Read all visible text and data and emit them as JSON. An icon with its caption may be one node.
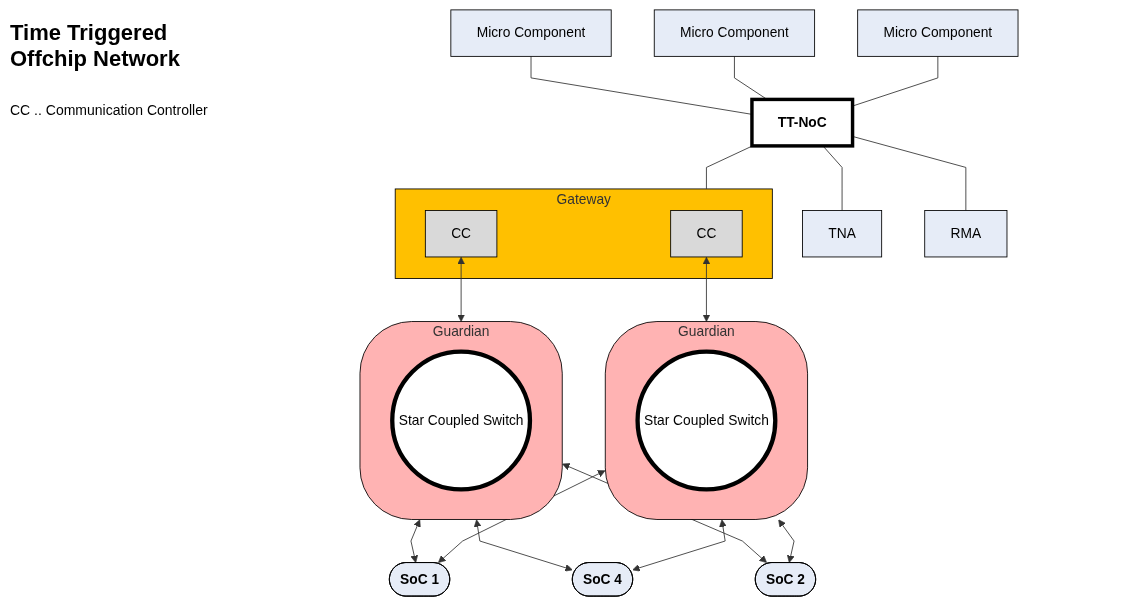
{
  "diagram": {
    "nodes": [
      {
        "text": [
          "Micro Component"
        ]
      },
      {
        "text": [
          "Micro Component"
        ]
      },
      {
        "text": [
          "Micro Component"
        ]
      },
      {
        "text": [
          "TT-NoC"
        ]
      },
      {
        "text": [
          "TNA"
        ]
      },
      {
        "text": [
          "RMA"
        ]
      },
      {
        "text": [
          "Gateway"
        ]
      },
      {
        "text": [
          "CC"
        ],
        "in": 6
      },
      {
        "text": [
          "CC"
        ],
        "in": 6
      },
      {
        "text": [
          "Guardian"
        ]
      },
      {
        "text": [
          "Star Coupled Switch"
        ],
        "in": 9
      },
      {
        "text": [
          "SoC 1"
        ]
      },
      {
        "text": [
          "Guardian"
        ]
      },
      {
        "text": [
          "Star Coupled Switch"
        ],
        "in": 12
      },
      {
        "text": [
          "SoC 4"
        ]
      },
      {
        "text": [
          "SoC 2"
        ]
      }
    ],
    "edges": [
      {
        "from": 0,
        "to": 3,
        "arrow": "none"
      },
      {
        "from": 1,
        "to": 3,
        "arrow": "none"
      },
      {
        "from": 2,
        "to": 3,
        "arrow": "none"
      },
      {
        "from": 3,
        "to": 4,
        "arrow": "none"
      },
      {
        "from": 3,
        "to": 5,
        "arrow": "none"
      },
      {
        "from": 3,
        "to": 6,
        "arrow": "none"
      },
      {
        "from": 8,
        "to": 9,
        "arrow": "both"
      },
      {
        "from": 7,
        "to": 12,
        "arrow": "both"
      },
      {
        "from": 9,
        "to": 11,
        "arrow": "both"
      },
      {
        "from": 9,
        "to": 14,
        "arrow": "both"
      },
      {
        "from": 9,
        "to": 15,
        "arrow": "both"
      },
      {
        "from": 12,
        "to": 11,
        "arrow": "both"
      },
      {
        "from": 12,
        "to": 14,
        "arrow": "both"
      },
      {
        "from": 12,
        "to": 15,
        "arrow": "both"
      }
    ],
    "labels": [
      "Time Triggered Offchip Network",
      "CC .. Communication Controller"
    ]
  }
}
